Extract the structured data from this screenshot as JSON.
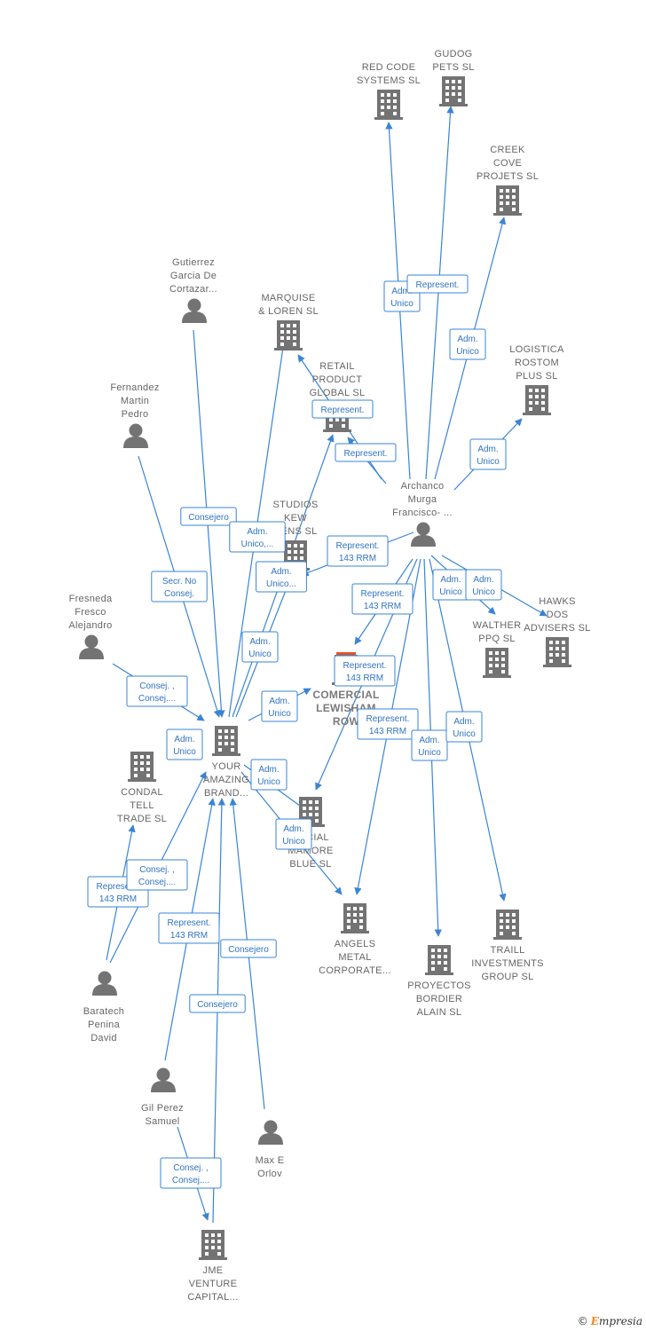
{
  "nodes": [
    {
      "id": "red-code",
      "type": "company",
      "lines": [
        "RED CODE",
        "SYSTEMS  SL"
      ]
    },
    {
      "id": "gudog",
      "type": "company",
      "lines": [
        "GUDOG",
        "PETS SL"
      ]
    },
    {
      "id": "creek",
      "type": "company",
      "lines": [
        "CREEK",
        "COVE",
        "PROJETS  SL"
      ]
    },
    {
      "id": "logistica",
      "type": "company",
      "lines": [
        "LOGISTICA",
        "ROSTOM",
        "PLUS  SL"
      ]
    },
    {
      "id": "marquise",
      "type": "company",
      "lines": [
        "MARQUISE",
        "& LOREN  SL"
      ]
    },
    {
      "id": "retail",
      "type": "company",
      "lines": [
        "RETAIL",
        "PRODUCT",
        "GLOBAL  SL"
      ]
    },
    {
      "id": "studios",
      "type": "company",
      "lines": [
        "STUDIOS",
        "KEW",
        "DENS  SL"
      ]
    },
    {
      "id": "walther",
      "type": "company",
      "lines": [
        "WALTHER",
        "PPQ  SL"
      ]
    },
    {
      "id": "hawks",
      "type": "company",
      "lines": [
        "HAWKS",
        "DOS",
        "ADVISERS  SL"
      ]
    },
    {
      "id": "lewisham",
      "type": "company",
      "focus": true,
      "lines": [
        "COMERCIAL",
        "LEWISHAM",
        "ROW"
      ]
    },
    {
      "id": "your-amazing",
      "type": "company",
      "lines": [
        "YOUR",
        "AMAZING",
        "BRAND..."
      ]
    },
    {
      "id": "condal",
      "type": "company",
      "lines": [
        "CONDAL",
        "TELL",
        "TRADE  SL"
      ]
    },
    {
      "id": "mamore",
      "type": "company",
      "lines": [
        "ERCIAL",
        "MAMORE",
        "BLUE  SL"
      ]
    },
    {
      "id": "angels",
      "type": "company",
      "lines": [
        "ANGELS",
        "METAL",
        "CORPORATE..."
      ]
    },
    {
      "id": "bordier",
      "type": "company",
      "lines": [
        "PROYECTOS",
        "BORDIER",
        "ALAIN  SL"
      ]
    },
    {
      "id": "traill",
      "type": "company",
      "lines": [
        "TRAILL",
        "INVESTMENTS",
        "GROUP  SL"
      ]
    },
    {
      "id": "jme",
      "type": "company",
      "lines": [
        "JME",
        "VENTURE",
        "CAPITAL..."
      ]
    },
    {
      "id": "gutierrez",
      "type": "person",
      "lines": [
        "Gutierrez",
        "Garcia De",
        "Cortazar..."
      ]
    },
    {
      "id": "fernandez",
      "type": "person",
      "lines": [
        "Fernandez",
        "Martin",
        "Pedro"
      ]
    },
    {
      "id": "fresneda",
      "type": "person",
      "lines": [
        "Fresneda",
        "Fresco",
        "Alejandro"
      ]
    },
    {
      "id": "archanco",
      "type": "person",
      "lines": [
        "Archanco",
        "Murga",
        "Francisco- ..."
      ]
    },
    {
      "id": "baratech",
      "type": "person",
      "lines": [
        "Baratech",
        "Penina",
        "David"
      ]
    },
    {
      "id": "gil",
      "type": "person",
      "lines": [
        "Gil Perez",
        "Samuel"
      ]
    },
    {
      "id": "max",
      "type": "person",
      "lines": [
        "Max E",
        "Orlov"
      ]
    }
  ],
  "edges": [
    {
      "from": "archanco",
      "to": "red-code",
      "label": [
        "Adm.",
        "Unico"
      ]
    },
    {
      "from": "archanco",
      "to": "gudog",
      "label": [
        "Represent."
      ]
    },
    {
      "from": "archanco",
      "to": "creek",
      "label": [
        "Adm.",
        "Unico"
      ]
    },
    {
      "from": "archanco",
      "to": "logistica",
      "label": [
        "Adm.",
        "Unico"
      ]
    },
    {
      "from": "archanco",
      "to": "retail",
      "label": [
        "Represent."
      ]
    },
    {
      "from": "archanco",
      "to": "marquise",
      "label": [
        "Represent."
      ]
    },
    {
      "from": "archanco",
      "to": "walther",
      "label": [
        "Adm.",
        "Unico"
      ]
    },
    {
      "from": "archanco",
      "to": "hawks",
      "label": [
        "Adm.",
        "Unico"
      ]
    },
    {
      "from": "archanco",
      "to": "lewisham",
      "label": [
        "Represent.",
        "143 RRM"
      ]
    },
    {
      "from": "archanco",
      "to": "mamore",
      "label": [
        "Represent.",
        "143 RRM"
      ]
    },
    {
      "from": "archanco",
      "to": "angels",
      "label": [
        "Represent.",
        "143 RRM"
      ]
    },
    {
      "from": "archanco",
      "to": "bordier",
      "label": [
        "Adm.",
        "Unico"
      ]
    },
    {
      "from": "archanco",
      "to": "traill",
      "label": [
        "Adm.",
        "Unico"
      ]
    },
    {
      "from": "archanco",
      "to": "studios",
      "label": [
        "Represent.",
        "143 RRM"
      ]
    },
    {
      "from": "gutierrez",
      "to": "your-amazing",
      "label": [
        "Consejero"
      ]
    },
    {
      "from": "fernandez",
      "to": "your-amazing",
      "label": [
        "Secr.  No",
        "Consej."
      ]
    },
    {
      "from": "fresneda",
      "to": "your-amazing",
      "label": [
        "Consej. ,",
        "Consej...."
      ]
    },
    {
      "from": "your-amazing",
      "to": "marquise",
      "label": [
        "Adm.",
        "Unico,..."
      ]
    },
    {
      "from": "your-amazing",
      "to": "retail",
      "label": [
        "Adm.",
        "Unico..."
      ]
    },
    {
      "from": "your-amazing",
      "to": "studios",
      "label": [
        "Adm.",
        "Unico"
      ]
    },
    {
      "from": "your-amazing",
      "to": "lewisham",
      "label": [
        "Adm.",
        "Unico"
      ]
    },
    {
      "from": "your-amazing",
      "to": "mamore",
      "label": [
        "Adm.",
        "Unico"
      ]
    },
    {
      "from": "your-amazing",
      "to": "angels",
      "label": [
        "Adm.",
        "Unico"
      ]
    },
    {
      "from": "your-amazing",
      "to": "your-amazing-self",
      "label": [
        "Adm.",
        "Unico"
      ]
    },
    {
      "from": "baratech",
      "to": "condal",
      "label": [
        "Represent.",
        "143 RRM"
      ]
    },
    {
      "from": "baratech",
      "to": "your-amazing",
      "label": [
        "Consej. ,",
        "Consej...."
      ]
    },
    {
      "from": "gil",
      "to": "your-amazing",
      "label": [
        "Represent.",
        "143 RRM"
      ]
    },
    {
      "from": "max",
      "to": "your-amazing",
      "label": [
        "Consejero"
      ]
    },
    {
      "from": "jme",
      "to": "your-amazing",
      "label": [
        "Consejero"
      ]
    },
    {
      "from": "gil",
      "to": "jme",
      "label": [
        "Consej. ,",
        "Consej...."
      ]
    }
  ],
  "footer": {
    "copyright": "©",
    "brand_initial": "E",
    "brand_rest": "mpresia"
  }
}
